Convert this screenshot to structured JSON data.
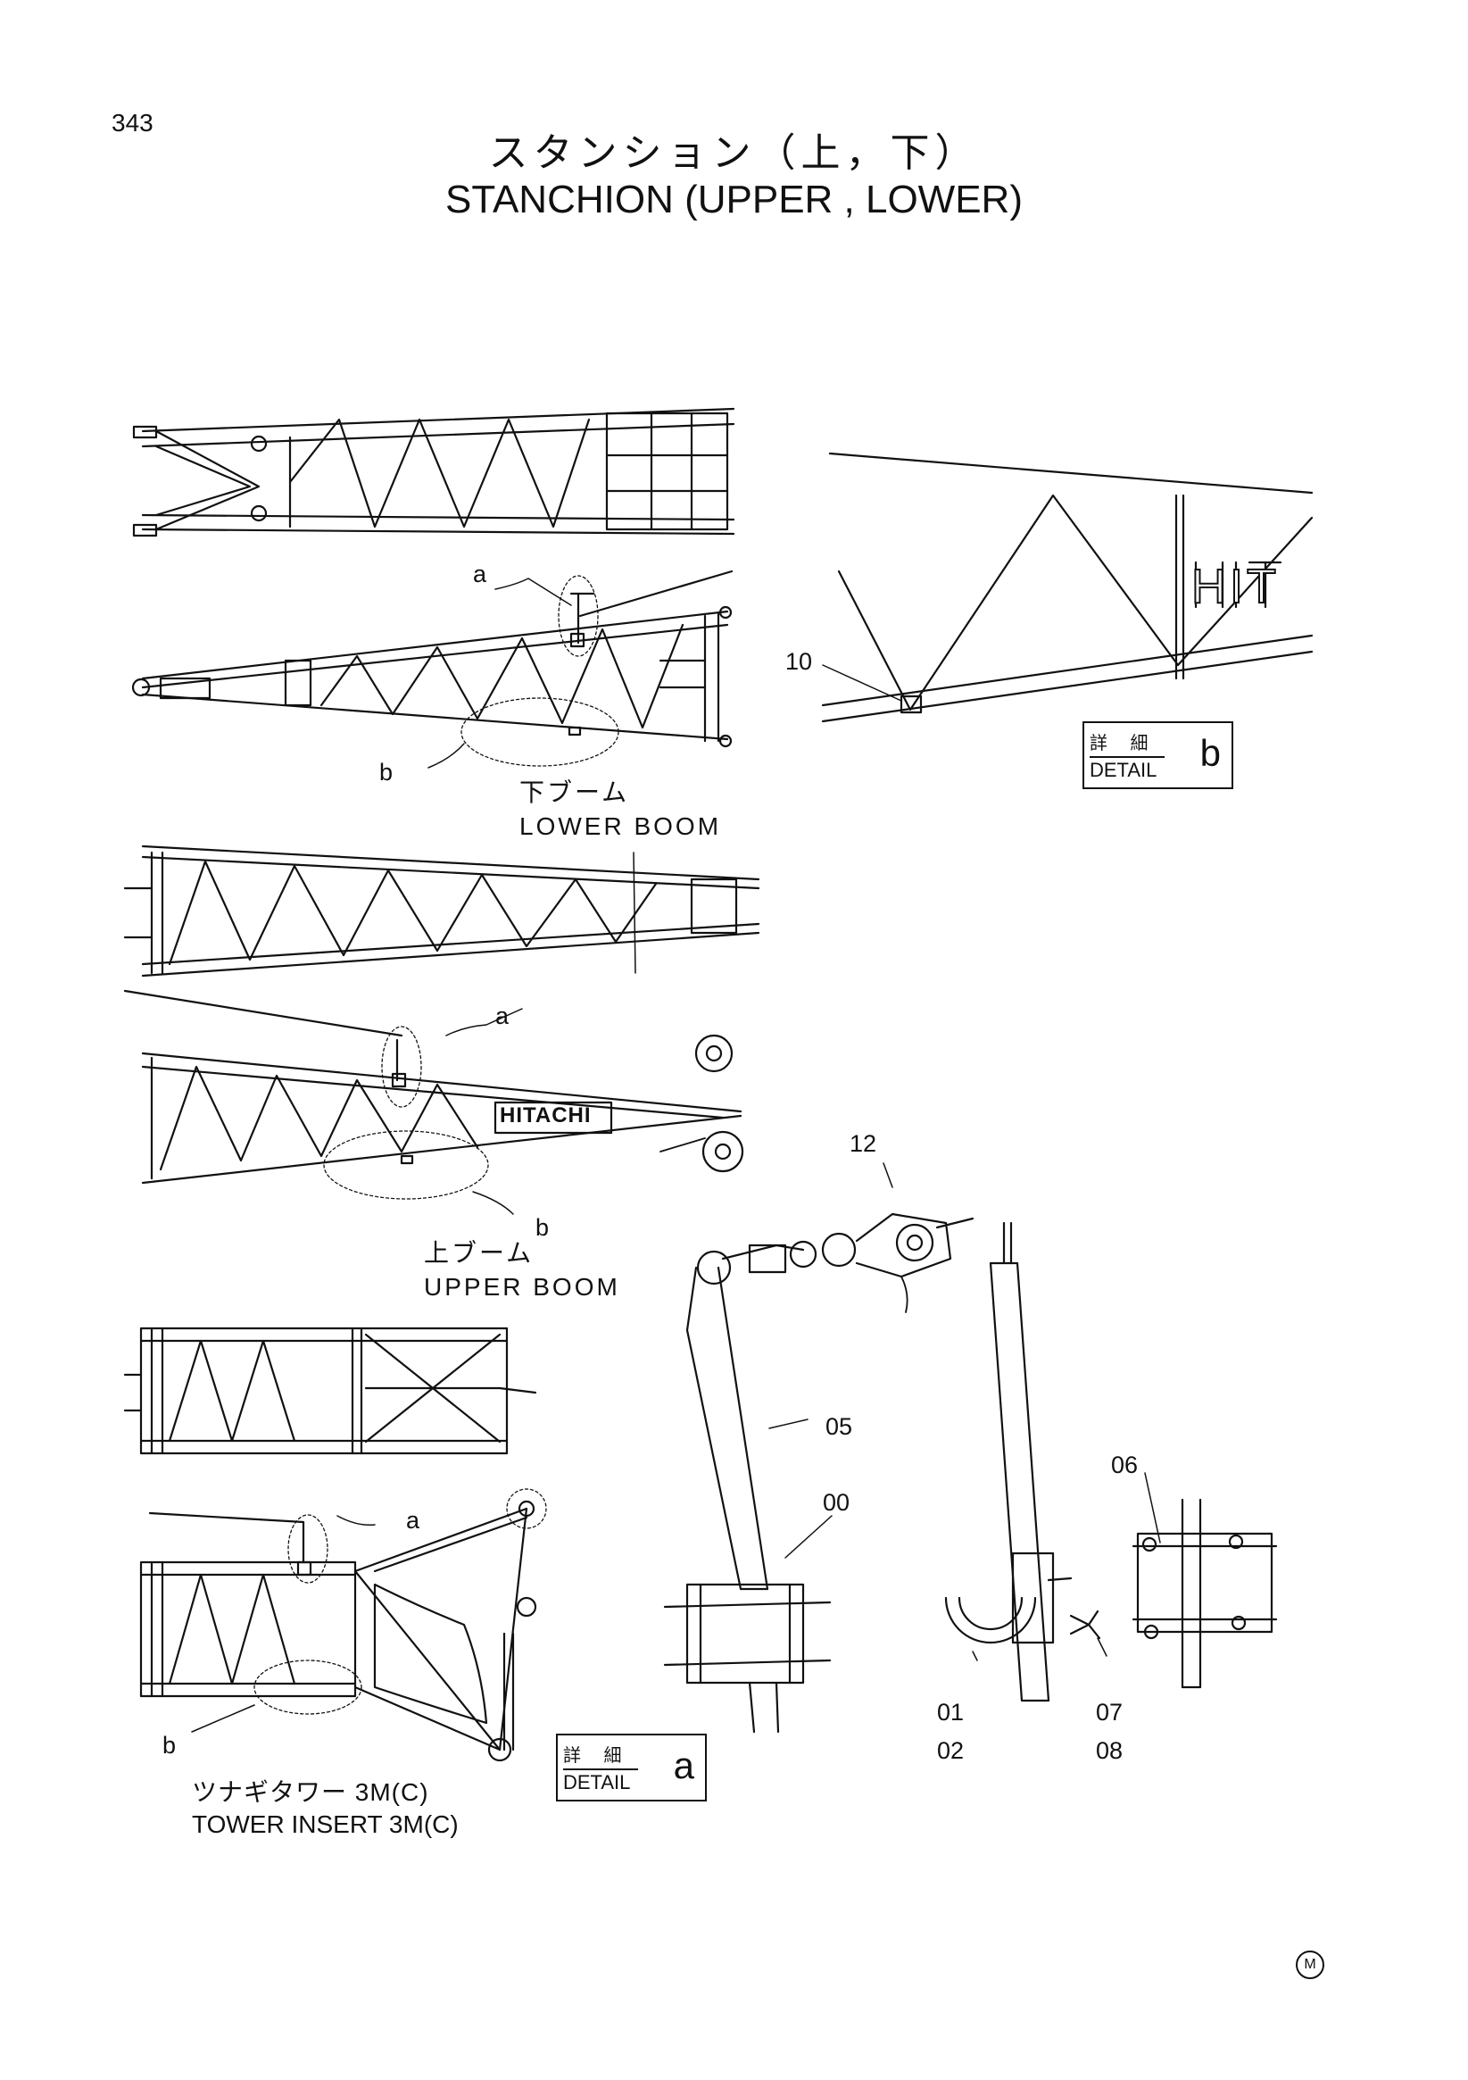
{
  "page_number": "343",
  "title_jp": "スタンション（上，下）",
  "title_en": "STANCHION (UPPER , LOWER)",
  "views": {
    "lower_boom": {
      "caption_jp": "下ブーム",
      "caption_en": "LOWER BOOM"
    },
    "upper_boom": {
      "caption_jp": "上ブーム",
      "caption_en": "UPPER BOOM"
    },
    "tower_insert": {
      "caption_jp": "ツナギタワー 3M(C)",
      "caption_en": "TOWER INSERT 3M(C)"
    }
  },
  "callouts": {
    "a": "a",
    "b": "b"
  },
  "details": {
    "a": {
      "label_jp": "詳 細",
      "label_en": "DETAIL",
      "letter": "a"
    },
    "b": {
      "label_jp": "詳 細",
      "label_en": "DETAIL",
      "letter": "b"
    }
  },
  "part_numbers": {
    "p10": "10",
    "p12": "12",
    "p05": "05",
    "p00": "00",
    "p06": "06",
    "p01": "01",
    "p02": "02",
    "p07": "07",
    "p08": "08"
  },
  "boom_markings": {
    "hitachi": "HITACHI",
    "hit": "HIT"
  },
  "marker": "M"
}
